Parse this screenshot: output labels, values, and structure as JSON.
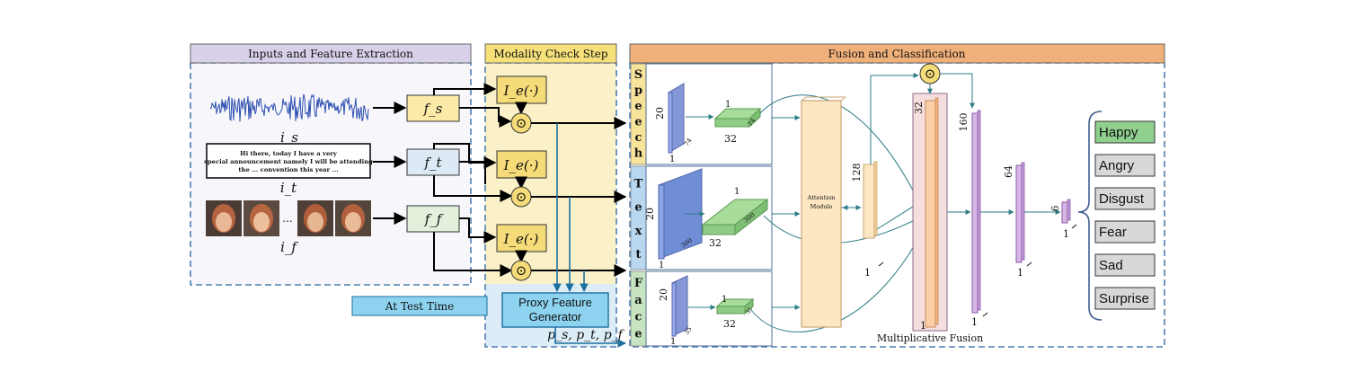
{
  "sections": {
    "inputs_title": "Inputs and Feature Extraction",
    "modality_title": "Modality Check Step",
    "fusion_title": "Fusion and Classification"
  },
  "inputs": {
    "speech_label": "i_s",
    "text_label": "i_t",
    "face_label": "i_f",
    "text_lines": [
      "Hi there, today I have a very",
      "special announcement namely I will be attending",
      "the ... convention this year ..."
    ],
    "ellipsis": "..."
  },
  "extractors": {
    "speech": "f_s",
    "text": "f_t",
    "face": "f_f"
  },
  "modality_check": {
    "indicator": "I_e(·)",
    "product": "⊙"
  },
  "test_time": {
    "label": "At Test Time",
    "proxy_line1": "Proxy Feature",
    "proxy_line2": "Generator",
    "proxy_outputs": "p_s, p_t, p_f"
  },
  "streams": [
    {
      "name": "Speech",
      "dims": {
        "h": "20",
        "w": "74",
        "d": "1"
      },
      "reduced": {
        "w": "32",
        "d": "74",
        "h": "1"
      }
    },
    {
      "name": "Text",
      "dims": {
        "h": "20",
        "w": "300",
        "d": "1"
      },
      "reduced": {
        "w": "32",
        "d": "300",
        "h": "1"
      }
    },
    {
      "name": "Face",
      "dims": {
        "h": "20",
        "w": "35",
        "d": "1"
      },
      "reduced": {
        "w": "32",
        "d": "35",
        "h": "1"
      }
    }
  ],
  "attention": {
    "line1": "Attention",
    "line2": "Module"
  },
  "layers": {
    "att_out": {
      "h": "128",
      "w": "1"
    },
    "fusion": {
      "h": "32",
      "w": "1",
      "label": "Multiplicative Fusion"
    },
    "fc1": {
      "h": "160",
      "w": "1"
    },
    "fc2": {
      "h": "64",
      "w": "1"
    },
    "out": {
      "h": "6",
      "w": "1"
    }
  },
  "classes": [
    "Happy",
    "Angry",
    "Disgust",
    "Fear",
    "Sad",
    "Surprise"
  ],
  "colors": {
    "inputs_header": "#d9d0ea",
    "modality_bg": "#fbf1c8",
    "modality_header": "#f5e07a",
    "fusion_header": "#f0b07a",
    "speech_tab": "#f7e39a",
    "text_tab": "#b9d7ef",
    "face_tab": "#c7e4c0",
    "happy": "#8fd08f",
    "other_class": "#d8d8d8",
    "test_time": "#8dd3f0"
  }
}
